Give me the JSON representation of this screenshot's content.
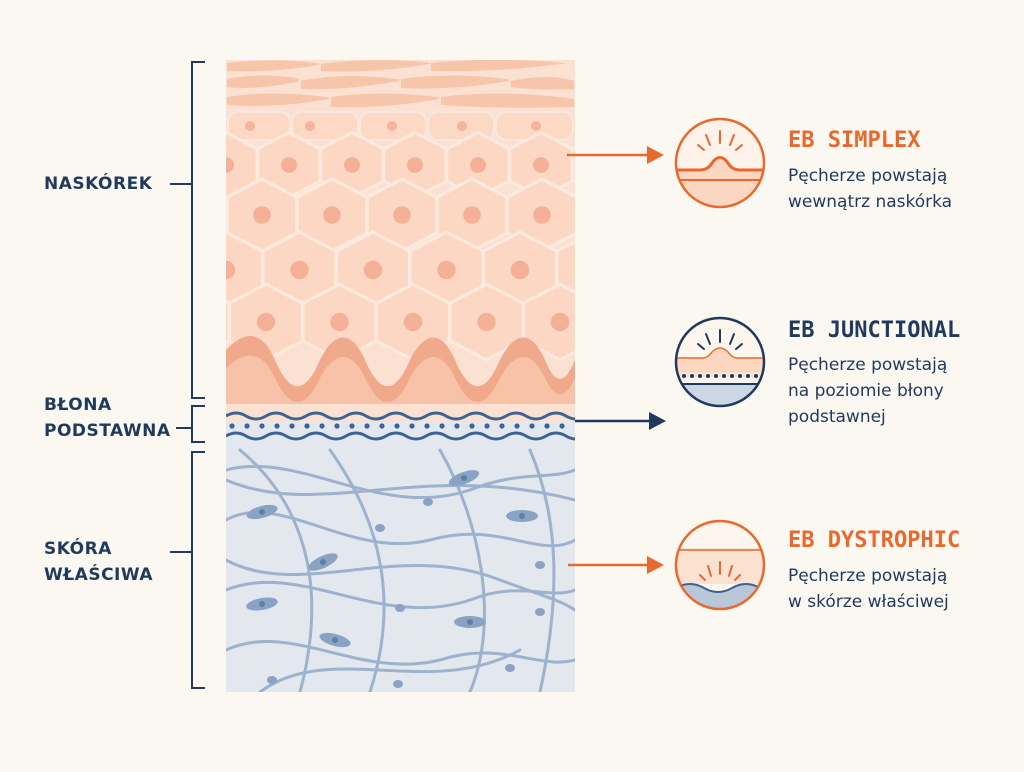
{
  "colors": {
    "background": "#fbf8f1",
    "navy": "#1f3a5c",
    "orange": "#e8692e",
    "epidermis": "#fbe1d2",
    "dermis": "#e3e8ef"
  },
  "layers": {
    "epidermis": {
      "line1": "NASKÓREK"
    },
    "basement": {
      "line1": "BŁONA",
      "line2": "PODSTAWNA"
    },
    "dermis": {
      "line1": "SKÓRA",
      "line2": "WŁAŚCIWA"
    }
  },
  "types": {
    "simplex": {
      "title": "EB SIMPLEX",
      "desc1": "Pęcherze powstają",
      "desc2": "wewnątrz naskórka",
      "accent": "#e8692e",
      "icon": "blister-epidermis-icon"
    },
    "junctional": {
      "title": "EB JUNCTIONAL",
      "desc1": "Pęcherze powstają",
      "desc2": "na poziomie błony",
      "desc3": "podstawnej",
      "accent": "#1f3a5c",
      "icon": "blister-basement-icon"
    },
    "dystrophic": {
      "title": "EB DYSTROPHIC",
      "desc1": "Pęcherze powstają",
      "desc2": "w skórze właściwej",
      "accent": "#e8692e",
      "icon": "blister-dermis-icon"
    }
  }
}
